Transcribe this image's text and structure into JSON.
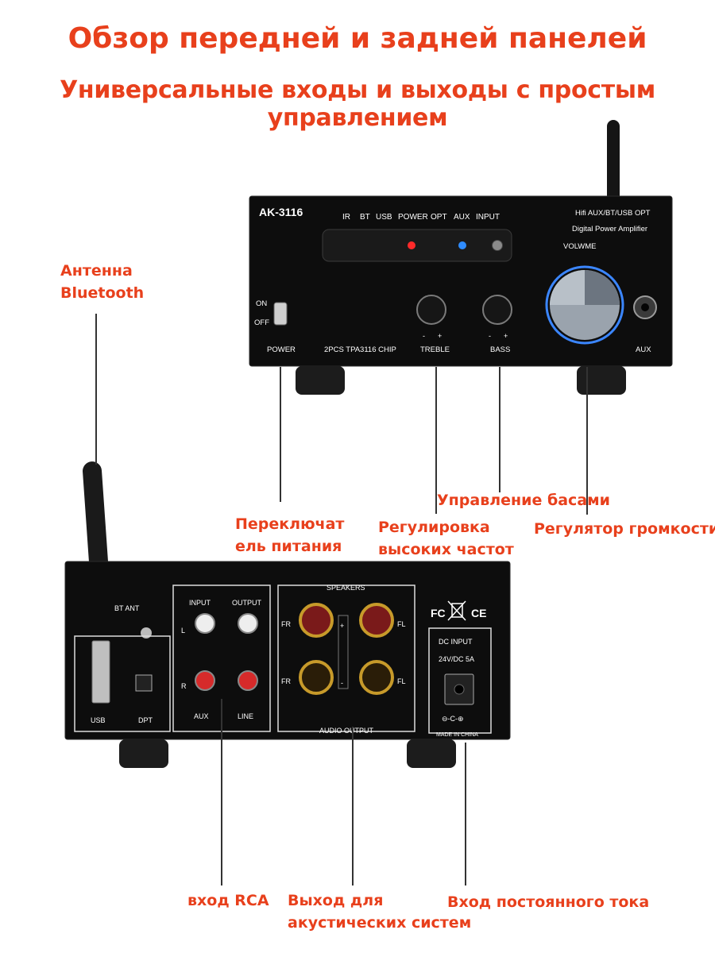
{
  "header": {
    "title": "Обзор передней и задней панелей",
    "subtitle": "Универсальные входы и выходы с простым управлением"
  },
  "front_panel": {
    "model": "AK-3116",
    "indicators": [
      "IR",
      "BT",
      "USB",
      "POWER",
      "OPT",
      "AUX",
      "INPUT"
    ],
    "brand_line1": "Hifi AUX/BT/USB OPT",
    "brand_line2": "Digital Power Amplifier",
    "volume_label": "VOLWME",
    "switch_on": "ON",
    "switch_off": "OFF",
    "power_label": "POWER",
    "chip_label": "2PCS TPA3116 CHIP",
    "minus": "-",
    "plus": "+",
    "treble_label": "TREBLE",
    "bass_label": "BASS",
    "aux_label": "AUX"
  },
  "rear_panel": {
    "bt_ant": "BT ANT",
    "input": "INPUT",
    "output": "OUTPUT",
    "l": "L",
    "r": "R",
    "aux": "AUX",
    "line": "LINE",
    "usb": "USB",
    "dpt": "DPT",
    "speakers": "SPEAKERS",
    "audio_output": "AUDIO OUTPUT",
    "fr": "FR",
    "fl": "FL",
    "plus": "+",
    "minus": "-",
    "fc": "FC",
    "ce": "CE",
    "dc_input": "DC INPUT",
    "dc_rating": "24V/DC 5A",
    "polarity": "⊖-C-⊕",
    "made_in": "MADE IN CHINA"
  },
  "callouts": {
    "antenna_line1": "Антенна",
    "antenna_line2": "Bluetooth",
    "power_switch_line1": "Переключат",
    "power_switch_line2": "ель питания",
    "treble_line1": "Регулировка",
    "treble_line2": "высоких частот",
    "bass": "Управление басами",
    "volume": "Регулятор громкости",
    "rca": "вход RCA",
    "speaker_line1": "Выход для",
    "speaker_line2": "акустических систем",
    "dc": "Вход постоянного тока"
  },
  "colors": {
    "accent": "#e8401c",
    "device": "#0d0d0d",
    "power_led": "#ff2a2a",
    "aux_led": "#2f8cff"
  }
}
